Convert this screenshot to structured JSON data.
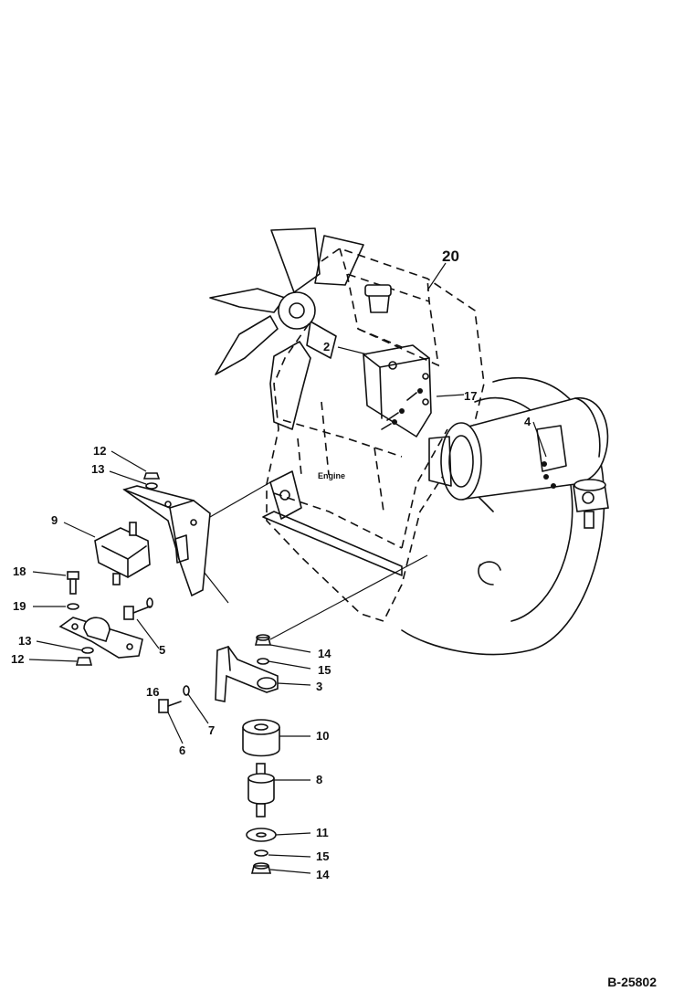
{
  "figure": {
    "code": "B-25802",
    "engine_label": "Engine"
  },
  "callouts": [
    "20",
    "2",
    "17",
    "4",
    "12",
    "13",
    "9",
    "18",
    "19",
    "13",
    "12",
    "5",
    "14",
    "15",
    "3",
    "16",
    "7",
    "6",
    "10",
    "8",
    "11",
    "15",
    "14"
  ]
}
